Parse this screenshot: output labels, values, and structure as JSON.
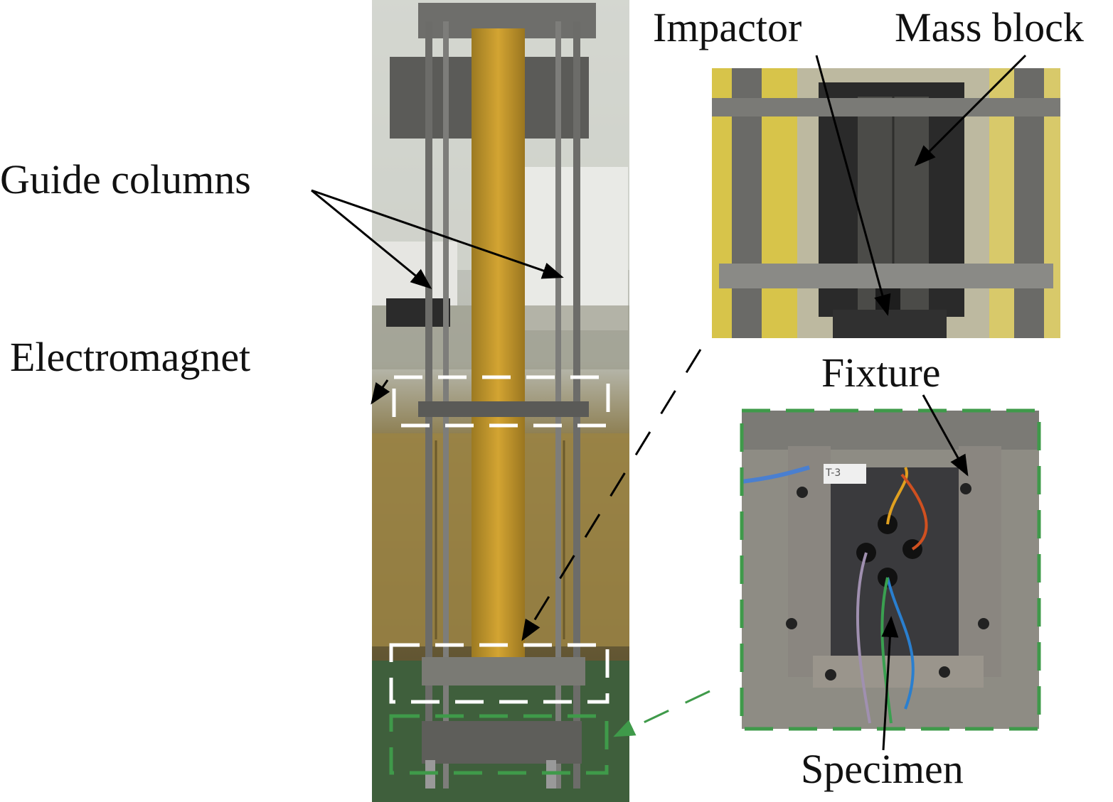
{
  "labels": {
    "guide_columns": "Guide columns",
    "electromagnet": "Electromagnet",
    "impactor": "Impactor",
    "mass_block": "Mass block",
    "fixture": "Fixture",
    "specimen": "Specimen"
  },
  "specimen_tag": "T-3",
  "colors": {
    "label_text": "#111111",
    "arrow": "#000000",
    "white_dash": "#ffffff",
    "green_dash": "#3f9a4a",
    "yellow_tower": "#c79a2a",
    "steel": "#8f8f8c"
  }
}
